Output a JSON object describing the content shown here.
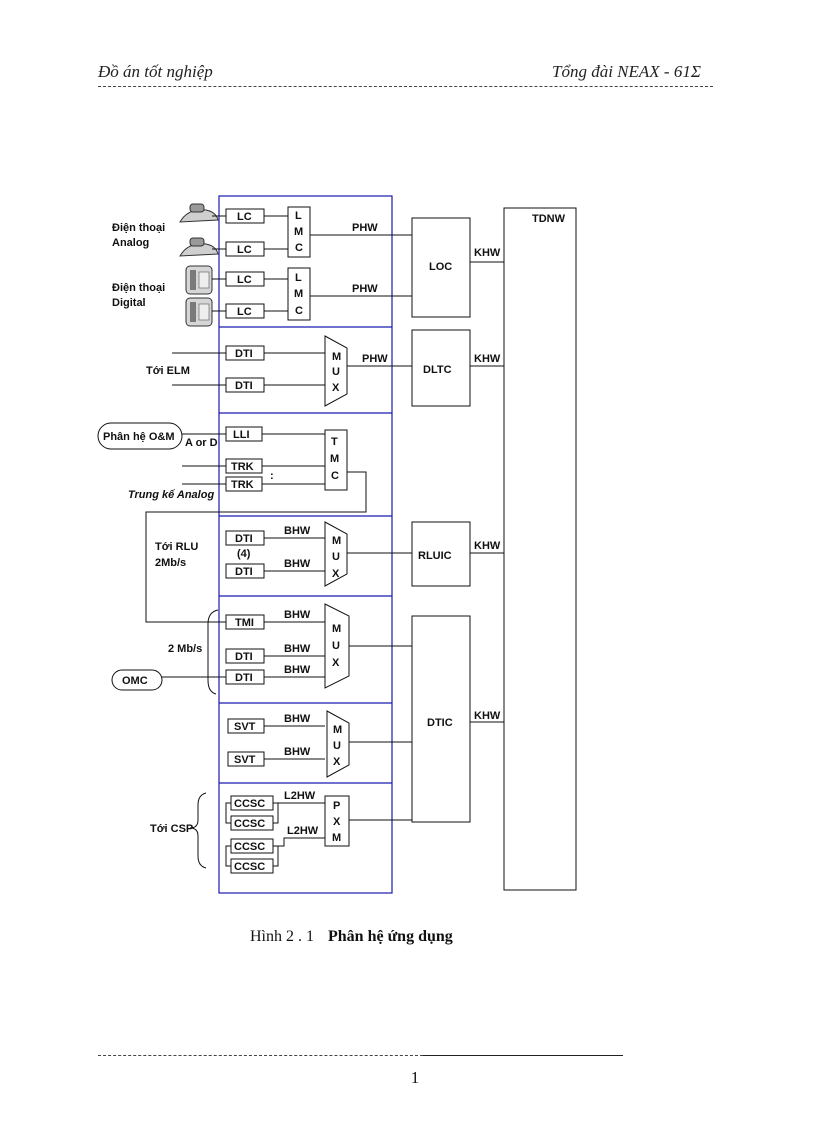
{
  "header": {
    "left": "Đồ án tốt nghiệp",
    "right": "Tổng đài NEAX - 61Σ"
  },
  "diagram": {
    "tdnw": "TDNW",
    "labels": {
      "analog_phone_1": "Điện thoại",
      "analog_phone_2": "Analog",
      "digital_phone_1": "Điện thoại",
      "digital_phone_2": "Digital",
      "to_elm": "Tới ELM",
      "om_subsystem": "Phân hệ O&M",
      "a_or_d": "A or D",
      "analog_trunk": "Trung kế Analog",
      "to_rlu_1": "Tới RLU",
      "to_rlu_2": "2Mb/s",
      "rate_2mbs": "2 Mb/s",
      "omc": "OMC",
      "to_csp": "Tới CSP",
      "four": "(4)",
      "colon": ":"
    },
    "units": {
      "lc": "LC",
      "lmc": [
        "L",
        "M",
        "C"
      ],
      "dti": "DTI",
      "lli": "LLI",
      "trk": "TRK",
      "tmc": [
        "T",
        "M",
        "C"
      ],
      "mux": [
        "M",
        "U",
        "X"
      ],
      "tmi": "TMI",
      "svt": "SVT",
      "ccsc": "CCSC",
      "pxm": [
        "P",
        "X",
        "M"
      ],
      "loc": "LOC",
      "dltc": "DLTC",
      "rluic": "RLUIC",
      "dtic": "DTIC"
    },
    "highways": {
      "phw": "PHW",
      "khw": "KHW",
      "bhw": "BHW",
      "l2hw": "L2HW"
    },
    "colors": {
      "module_border": "#1a1ab0",
      "line": "#111111"
    }
  },
  "caption": {
    "number": "Hình 2 . 1",
    "title": "Phân hệ ứng dụng"
  },
  "footer": {
    "page_number": "1"
  }
}
